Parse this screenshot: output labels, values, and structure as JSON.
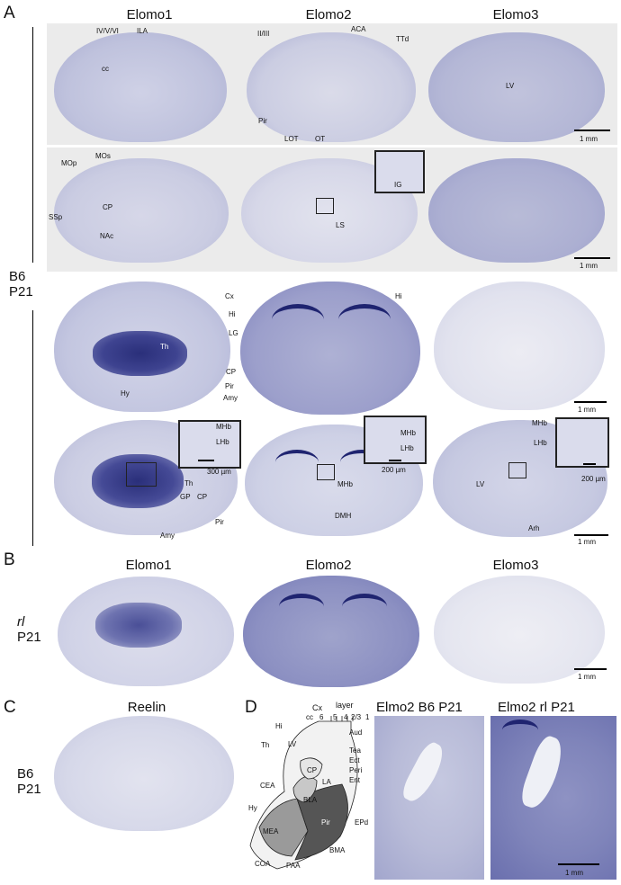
{
  "panels": {
    "A": {
      "letter": "A",
      "cols": [
        "Elomo1",
        "Elomo2",
        "Elomo3"
      ],
      "side": [
        "B6",
        "P21"
      ]
    },
    "B": {
      "letter": "B",
      "cols": [
        "Elomo1",
        "Elomo2",
        "Elomo3"
      ],
      "side": [
        "rl",
        "P21"
      ]
    },
    "C": {
      "letter": "C",
      "title": "Reelin",
      "side": [
        "B6",
        "P21"
      ]
    },
    "D": {
      "letter": "D",
      "titles": [
        "Elmo2 B6 P21",
        "Elmo2 rl P21"
      ]
    }
  },
  "labels": {
    "r1": [
      "IV/V/VI",
      "ILA",
      "cc",
      "II/III",
      "ACA",
      "TTd",
      "Pir",
      "LOT",
      "OT",
      "LV"
    ],
    "r2": [
      "MOp",
      "MOs",
      "SSp",
      "CP",
      "NAc",
      "LS",
      "IG"
    ],
    "r3": [
      "Cx",
      "Hi",
      "LG",
      "Th",
      "CP",
      "Pir",
      "Amy",
      "Hy",
      "Hi"
    ],
    "r4": [
      "MHb",
      "LHb",
      "Th",
      "GP",
      "CP",
      "Amy",
      "Pir",
      "MHb",
      "DMH",
      "MHb",
      "LHb",
      "LV",
      "Arh"
    ]
  },
  "scales": {
    "mm": "1 mm",
    "um300": "300 µm",
    "um200": "200 µm"
  },
  "schematic": {
    "header": [
      "Cx",
      "layer",
      "cc",
      "6",
      "5",
      "4",
      "2/3",
      "1"
    ],
    "regions": [
      "Hi",
      "Th",
      "LV",
      "Aud",
      "Tea",
      "Ect",
      "Peri",
      "Ent",
      "CP",
      "LA",
      "CEA",
      "BLA",
      "Hy",
      "MEA",
      "Pir",
      "EPd",
      "BMA",
      "COA",
      "PAA"
    ]
  },
  "colors": {
    "stain_dark": "#2a2f7a",
    "stain_mid": "#7a7fb8",
    "stain_light": "#c9cbe2",
    "tissue": "#dcdeec"
  }
}
